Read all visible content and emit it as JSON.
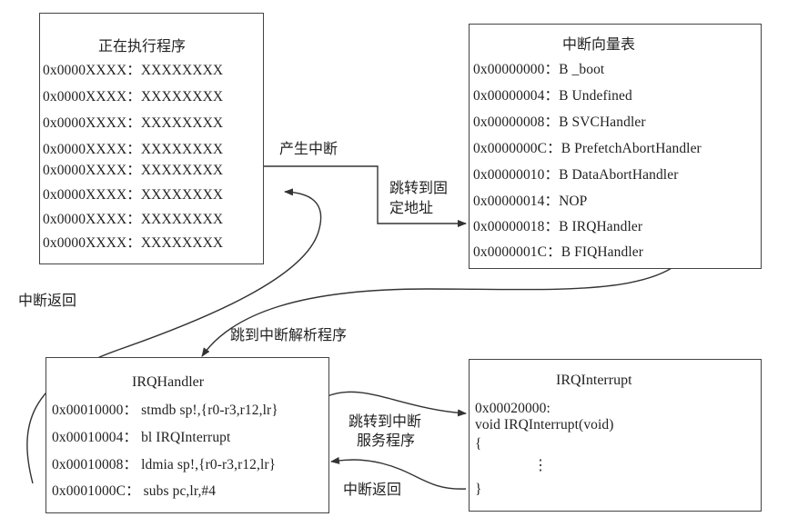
{
  "running": {
    "title": "正在执行程序",
    "lines": [
      "0x0000XXXX：XXXXXXXX",
      "0x0000XXXX：XXXXXXXX",
      "0x0000XXXX：XXXXXXXX",
      "0x0000XXXX：XXXXXXXX",
      "0x0000XXXX：XXXXXXXX",
      "0x0000XXXX：XXXXXXXX",
      "0x0000XXXX：XXXXXXXX",
      "0x0000XXXX：XXXXXXXX"
    ]
  },
  "vector_table": {
    "title": "中断向量表",
    "lines": [
      "0x00000000：B  _boot",
      "0x00000004：B  Undefined",
      "0x00000008：B  SVCHandler",
      "0x0000000C：B  PrefetchAbortHandler",
      "0x00000010：B  DataAbortHandler",
      "0x00000014：NOP",
      "0x00000018：B  IRQHandler",
      "0x0000001C：B  FIQHandler"
    ]
  },
  "irq_handler": {
    "title": "IRQHandler",
    "lines": [
      "0x00010000：  stmdb sp!,{r0-r3,r12,lr}",
      "0x00010004：  bl  IRQInterrupt",
      "0x00010008：  ldmia sp!,{r0-r3,r12,lr}",
      "0x0001000C：  subs pc,lr,#4"
    ]
  },
  "irq_interrupt": {
    "title": "IRQInterrupt",
    "lines": [
      "0x00020000:",
      "void IRQInterrupt(void)",
      "{",
      "}"
    ],
    "ellipsis": "⋮"
  },
  "labels": {
    "generate_interrupt": "产生中断",
    "jump_fixed_addr_1": "跳转到固",
    "jump_fixed_addr_2": "定地址",
    "interrupt_return_left": "中断返回",
    "jump_to_parser": "跳到中断解析程序",
    "jump_service_1": "跳转到中断",
    "jump_service_2": "服务程序",
    "interrupt_return_bottom": "中断返回"
  }
}
